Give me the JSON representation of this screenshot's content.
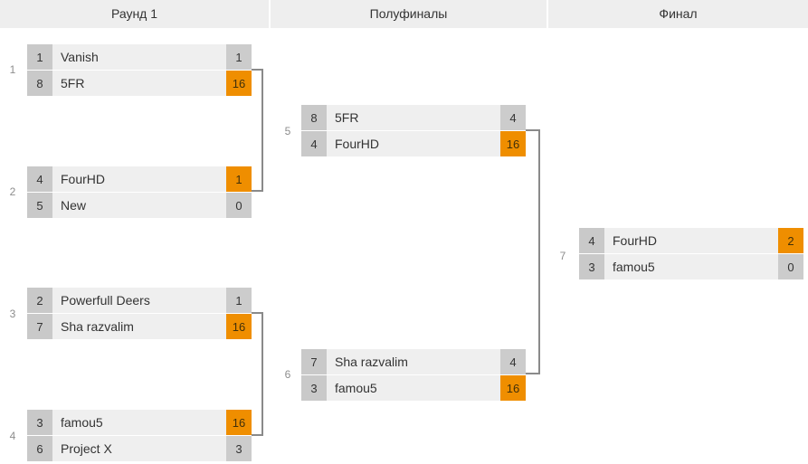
{
  "rounds": [
    {
      "label": "Раунд 1"
    },
    {
      "label": "Полуфиналы"
    },
    {
      "label": "Финал"
    }
  ],
  "matches": {
    "m1": {
      "number": "1",
      "slots": [
        {
          "seed": "1",
          "name": "Vanish",
          "score": "1",
          "winner": false
        },
        {
          "seed": "8",
          "name": "5FR",
          "score": "16",
          "winner": true
        }
      ]
    },
    "m2": {
      "number": "2",
      "slots": [
        {
          "seed": "4",
          "name": "FourHD",
          "score": "1",
          "winner": true
        },
        {
          "seed": "5",
          "name": "New",
          "score": "0",
          "winner": false
        }
      ]
    },
    "m3": {
      "number": "3",
      "slots": [
        {
          "seed": "2",
          "name": "Powerfull Deers",
          "score": "1",
          "winner": false
        },
        {
          "seed": "7",
          "name": "Sha razvalim",
          "score": "16",
          "winner": true
        }
      ]
    },
    "m4": {
      "number": "4",
      "slots": [
        {
          "seed": "3",
          "name": "famou5",
          "score": "16",
          "winner": true
        },
        {
          "seed": "6",
          "name": "Project X",
          "score": "3",
          "winner": false
        }
      ]
    },
    "m5": {
      "number": "5",
      "slots": [
        {
          "seed": "8",
          "name": "5FR",
          "score": "4",
          "winner": false
        },
        {
          "seed": "4",
          "name": "FourHD",
          "score": "16",
          "winner": true
        }
      ]
    },
    "m6": {
      "number": "6",
      "slots": [
        {
          "seed": "7",
          "name": "Sha razvalim",
          "score": "4",
          "winner": false
        },
        {
          "seed": "3",
          "name": "famou5",
          "score": "16",
          "winner": true
        }
      ]
    },
    "m7": {
      "number": "7",
      "slots": [
        {
          "seed": "4",
          "name": "FourHD",
          "score": "2",
          "winner": true
        },
        {
          "seed": "3",
          "name": "famou5",
          "score": "0",
          "winner": false
        }
      ]
    }
  },
  "colors": {
    "header_bg": "#eeeeee",
    "row_bg": "#efefef",
    "seed_bg": "#c9c9c9",
    "loser_score_bg": "#cccccc",
    "winner_score_bg": "#ef8e00",
    "connector": "#8a8a8a"
  }
}
